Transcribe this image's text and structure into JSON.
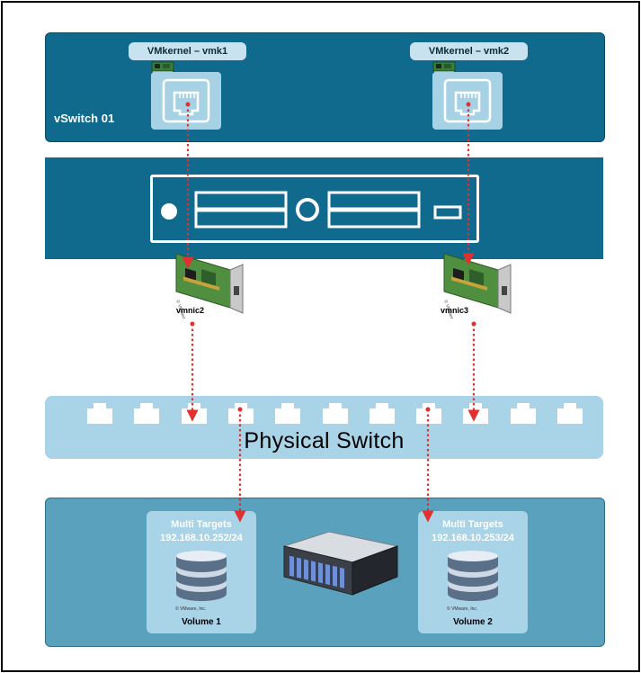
{
  "vswitch": {
    "name": "vSwitch 01"
  },
  "vmkernel_ports": [
    {
      "label": "VMkernel – vmk1"
    },
    {
      "label": "VMkernel – vmk2"
    }
  ],
  "uplinks": [
    {
      "label": "vmnic2",
      "copyright": "© VMware, Inc."
    },
    {
      "label": "vmnic3",
      "copyright": "© VMware, Inc."
    }
  ],
  "physical_switch": {
    "title": "Physical Switch",
    "port_count": 11
  },
  "targets": [
    {
      "title": "Multi Targets",
      "ip": "192.168.10.252/24",
      "volume": "Volume 1",
      "copyright": "© VMware, Inc."
    },
    {
      "title": "Multi Targets",
      "ip": "192.168.10.253/24",
      "volume": "Volume 2",
      "copyright": "© VMware, Inc."
    }
  ],
  "colors": {
    "vswitch": "#0f6a8d",
    "port_tile": "#a7d2e6",
    "physical_switch": "#a9d3e6",
    "storage": "#5aa1bd",
    "link": "#e03030"
  }
}
